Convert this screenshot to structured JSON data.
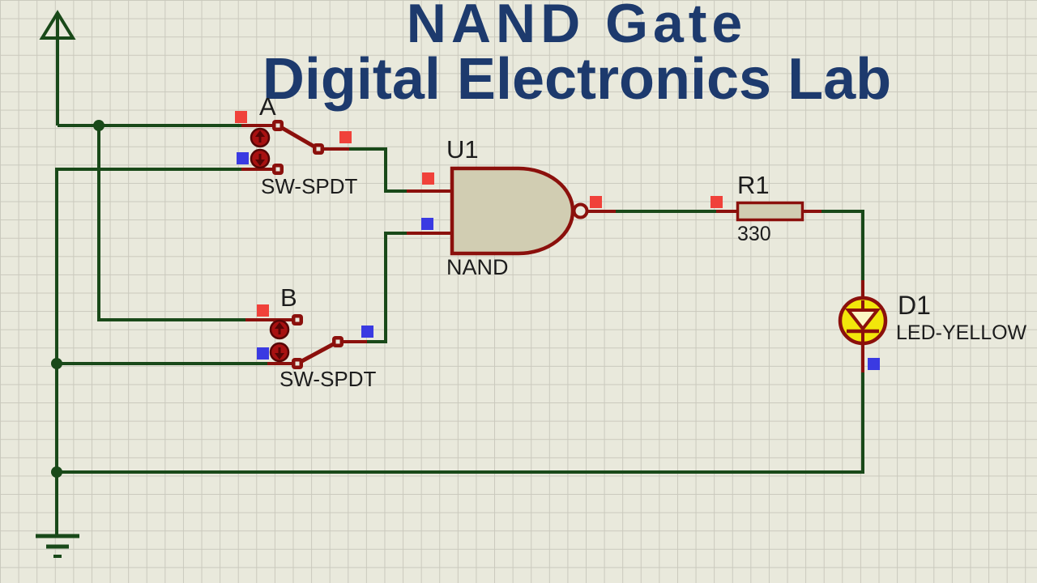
{
  "title": {
    "line1": "NAND Gate",
    "line2": "Digital Electronics Lab"
  },
  "components": {
    "switch_a": {
      "label": "A",
      "part": "SW-SPDT",
      "position": "up"
    },
    "switch_b": {
      "label": "B",
      "part": "SW-SPDT",
      "position": "down"
    },
    "gate": {
      "ref": "U1",
      "part": "NAND"
    },
    "resistor": {
      "ref": "R1",
      "value": "330"
    },
    "led": {
      "ref": "D1",
      "part": "LED-YELLOW"
    }
  },
  "indicators": {
    "high_color": "#f0413a",
    "low_color": "#3a3ae2",
    "pins": [
      {
        "pin": "switch-a-throw-top",
        "state": "high"
      },
      {
        "pin": "switch-a-throw-bottom",
        "state": "low"
      },
      {
        "pin": "switch-a-common",
        "state": "high"
      },
      {
        "pin": "nand-input-1",
        "state": "high"
      },
      {
        "pin": "nand-input-2",
        "state": "low"
      },
      {
        "pin": "nand-output",
        "state": "high"
      },
      {
        "pin": "resistor-left",
        "state": "high"
      },
      {
        "pin": "switch-b-throw-top",
        "state": "high"
      },
      {
        "pin": "switch-b-throw-bottom",
        "state": "low"
      },
      {
        "pin": "switch-b-common",
        "state": "low"
      },
      {
        "pin": "led-cathode",
        "state": "low"
      }
    ]
  },
  "colors": {
    "background": "#e9e9dc",
    "grid_line": "#cac9bd",
    "wire": "#194919",
    "component_outline": "#8b100c",
    "component_fill": "#d1cdb2",
    "led_fill": "#f2e60b",
    "title_text": "#1d3a6d",
    "label_text": "#1c1c1c"
  },
  "icons": {
    "power": "power-arrow-icon",
    "ground": "ground-icon",
    "toggle_up": "toggle-up-icon",
    "toggle_down": "toggle-down-icon"
  }
}
